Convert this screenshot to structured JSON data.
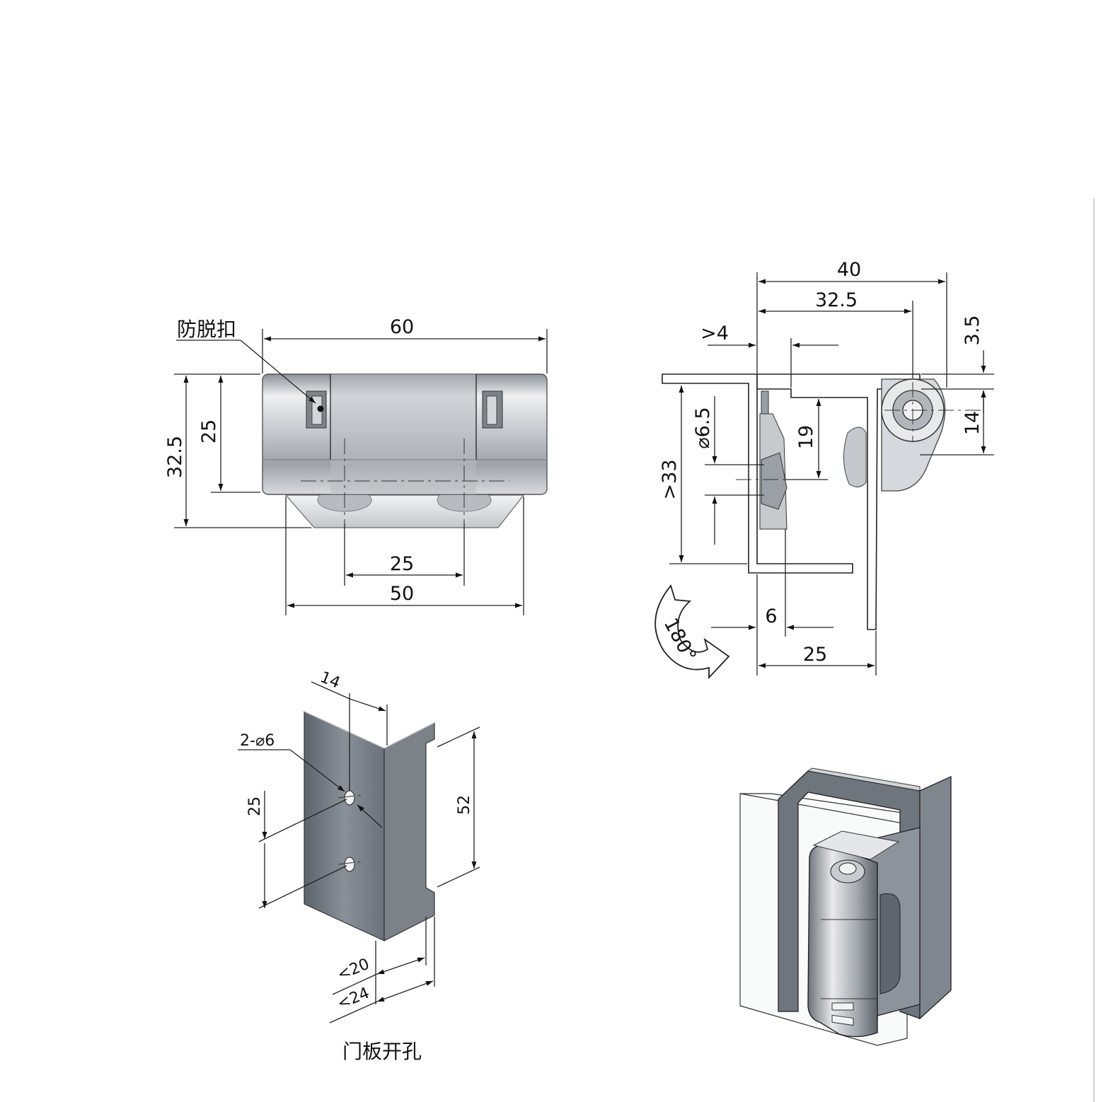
{
  "front_view": {
    "anti_release_label": "防脱扣",
    "dims": {
      "width_60": "60",
      "height_32_5": "32.5",
      "height_25": "25",
      "pitch_25": "25",
      "base_50": "50"
    }
  },
  "side_view": {
    "dims": {
      "d40": "40",
      "d32_5": "32.5",
      "d_gt4": ">4",
      "d3_5": "3.5",
      "d14": "14",
      "d19": "19",
      "d_hole": "6.5",
      "d_gt33": ">33",
      "d6": "6",
      "d25": "25"
    },
    "rotation_label": "180°"
  },
  "door_cutout": {
    "caption": "门板开孔",
    "dims": {
      "d14": "14",
      "holes": "2-",
      "hole_dia": "6",
      "d25": "25",
      "d52": "52",
      "d_lt20": "<20",
      "d_lt24": "<24"
    }
  },
  "colors": {
    "metal_light": "#e4e6e9",
    "metal_mid": "#b4b8bd",
    "metal_dark": "#6f757c",
    "line": "#222222"
  }
}
